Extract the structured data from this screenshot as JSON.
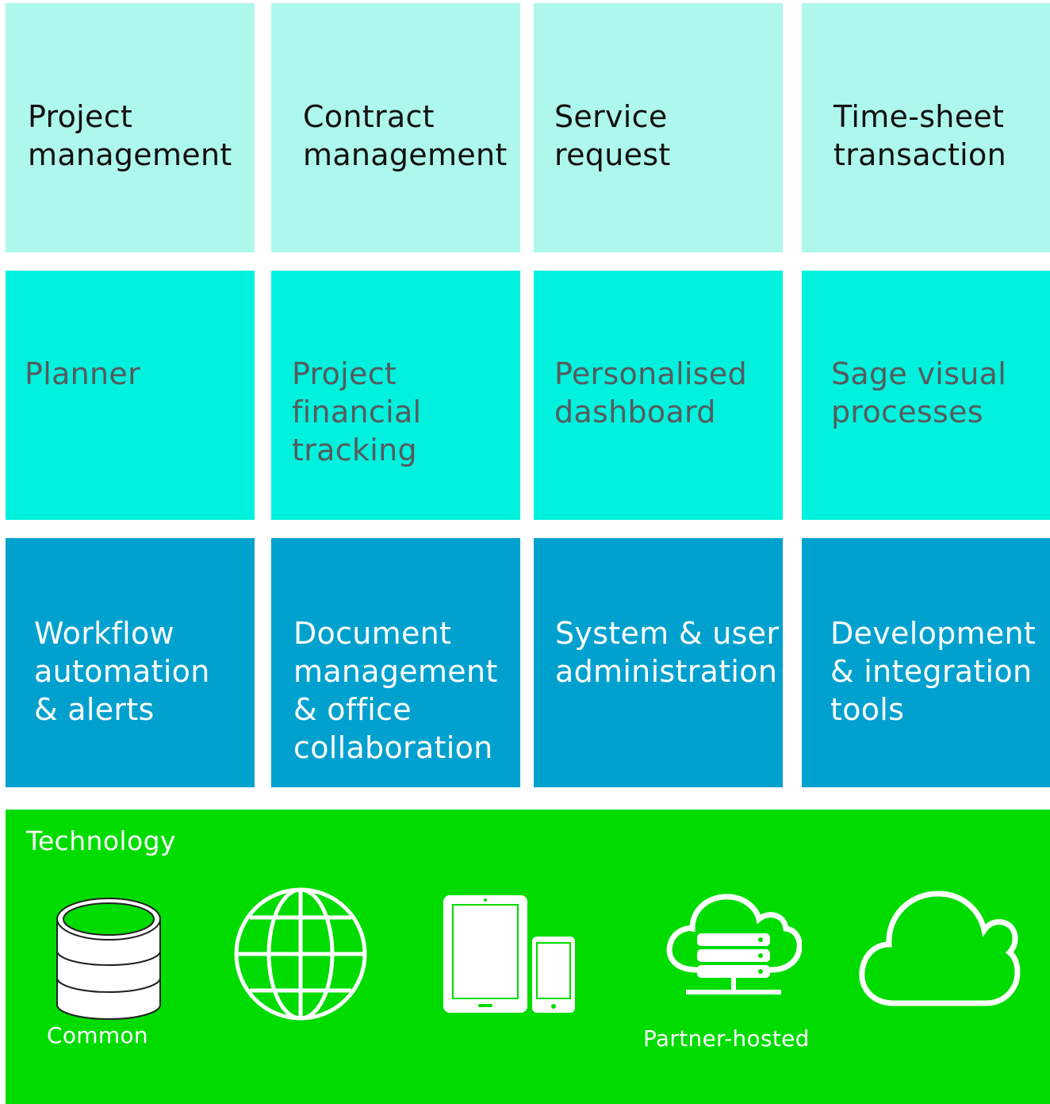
{
  "rows": [
    {
      "tiles": [
        {
          "label": "Project\nmanagement"
        },
        {
          "label": "Contract\nmanagement"
        },
        {
          "label": "Service\nrequest"
        },
        {
          "label": "Time-sheet\ntransaction"
        }
      ]
    },
    {
      "tiles": [
        {
          "label": "Planner"
        },
        {
          "label": "Project\nfinancial\ntracking"
        },
        {
          "label": "Personalised\ndashboard"
        },
        {
          "label": "Sage visual\nprocesses"
        }
      ]
    },
    {
      "tiles": [
        {
          "label": "Workflow\nautomation\n& alerts"
        },
        {
          "label": "Document\nmanagement\n& office\ncollaboration"
        },
        {
          "label": "System & user\nadministration"
        },
        {
          "label": "Development\n& integration\ntools"
        }
      ]
    }
  ],
  "technology": {
    "title": "Technology",
    "icons": {
      "database": "database-icon",
      "web": "globe-icon",
      "mobile": "tablet-phone-icon",
      "hosted": "server-cloud-icon",
      "cloud": "cloud-icon"
    },
    "labels": {
      "common": "Common",
      "partner_hosted": "Partner-hosted"
    }
  },
  "colors": {
    "row1": "#aef7ec",
    "row2": "#00f2de",
    "row3": "#00a1cf",
    "technology": "#00dc00"
  }
}
